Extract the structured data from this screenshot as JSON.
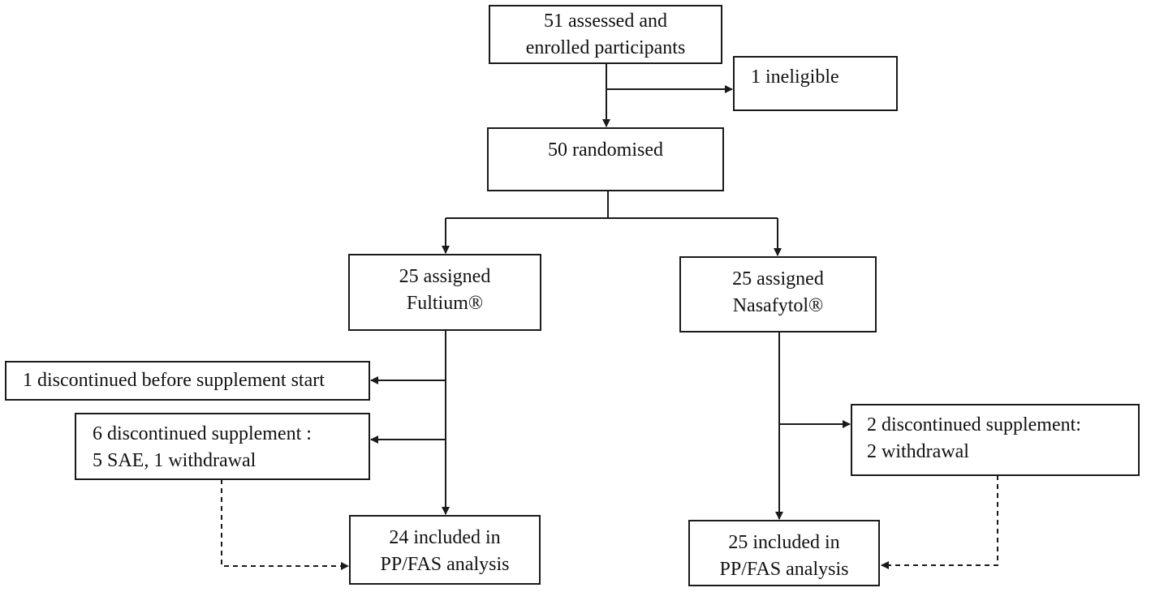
{
  "boxes": {
    "enrolled": {
      "lines": [
        "51 assessed and",
        "enrolled participants"
      ]
    },
    "ineligible": {
      "lines": [
        "1 ineligible"
      ]
    },
    "randomised": {
      "lines": [
        "50 randomised"
      ]
    },
    "fultium": {
      "lines": [
        "25 assigned",
        "Fultium®"
      ]
    },
    "nasafytol": {
      "lines": [
        "25 assigned",
        "Nasafytol®"
      ]
    },
    "fultium_disc_before": {
      "lines": [
        "1 discontinued before supplement start"
      ]
    },
    "fultium_disc_supp": {
      "lines": [
        "6 discontinued supplement :",
        "5 SAE, 1 withdrawal"
      ]
    },
    "nasafytol_disc_supp": {
      "lines": [
        "2 discontinued supplement:",
        "2 withdrawal"
      ]
    },
    "fultium_included": {
      "lines": [
        "24 included in",
        "PP/FAS analysis"
      ]
    },
    "nasafytol_included": {
      "lines": [
        "25 included in",
        "PP/FAS analysis"
      ]
    }
  },
  "colors": {
    "line": "#1a1a1a",
    "background": "#ffffff"
  }
}
